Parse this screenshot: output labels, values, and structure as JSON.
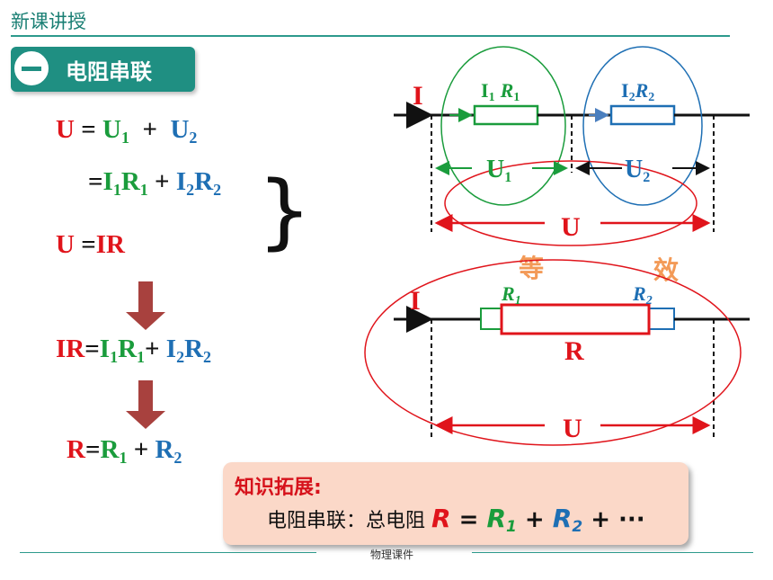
{
  "header": {
    "title": "新课讲授",
    "section_number": "一",
    "section_title": "电阻串联"
  },
  "equations": {
    "line1": {
      "u": "U",
      "eq": " = ",
      "u1": "U",
      "u1_sub": "1",
      "plus": "  +  ",
      "u2": "U",
      "u2_sub": "2"
    },
    "line2": {
      "eq": "=",
      "i1": "I",
      "i1_sub": "1",
      "r1": "R",
      "r1_sub": "1",
      "plus": " + ",
      "i2": "I",
      "i2_sub": "2",
      "r2": "R",
      "r2_sub": "2"
    },
    "line3": {
      "u": "U",
      "eq": " =",
      "ir": "IR"
    },
    "line4": {
      "ir": "IR",
      "eq": "=",
      "i1": "I",
      "i1_sub": "1",
      "r1": "R",
      "r1_sub": "1",
      "plus": "+ ",
      "i2": "I",
      "i2_sub": "2",
      "r2": "R",
      "r2_sub": "2"
    },
    "line5": {
      "r": "R",
      "eq": "=",
      "r1": "R",
      "r1_sub": "1",
      "plus": " + ",
      "r2": "R",
      "r2_sub": "2"
    }
  },
  "diagram_top": {
    "current": "I",
    "r1_label_i": "I",
    "r1_label_isub": "1",
    "r1_label_r": "R",
    "r1_label_rsub": "1",
    "r2_label_i": "I",
    "r2_label_isub": "2",
    "r2_label_r": "R",
    "r2_label_rsub": "2",
    "u1": "U",
    "u1_sub": "1",
    "u2": "U",
    "u2_sub": "2",
    "u": "U"
  },
  "diagram_bottom": {
    "current": "I",
    "equiv_left": "等",
    "equiv_right": "效",
    "r1": "R",
    "r1_sub": "1",
    "r2": "R",
    "r2_sub": "2",
    "r": "R",
    "u": "U"
  },
  "knowledge": {
    "title": "知识拓展:",
    "text": "电阻串联：总电阻 ",
    "r": "R",
    "eq": " = ",
    "r1": "R",
    "r1_sub": "1",
    "plus1": " + ",
    "r2": "R",
    "r2_sub": "2",
    "plus2": " + ···"
  },
  "footer": {
    "text": "物理课件"
  },
  "colors": {
    "teal": "#1f8f82",
    "red": "#e0141b",
    "green": "#1a9c3c",
    "blue": "#1e6fb4",
    "arrow": "#a8413e",
    "box": "#fbd8c8"
  }
}
